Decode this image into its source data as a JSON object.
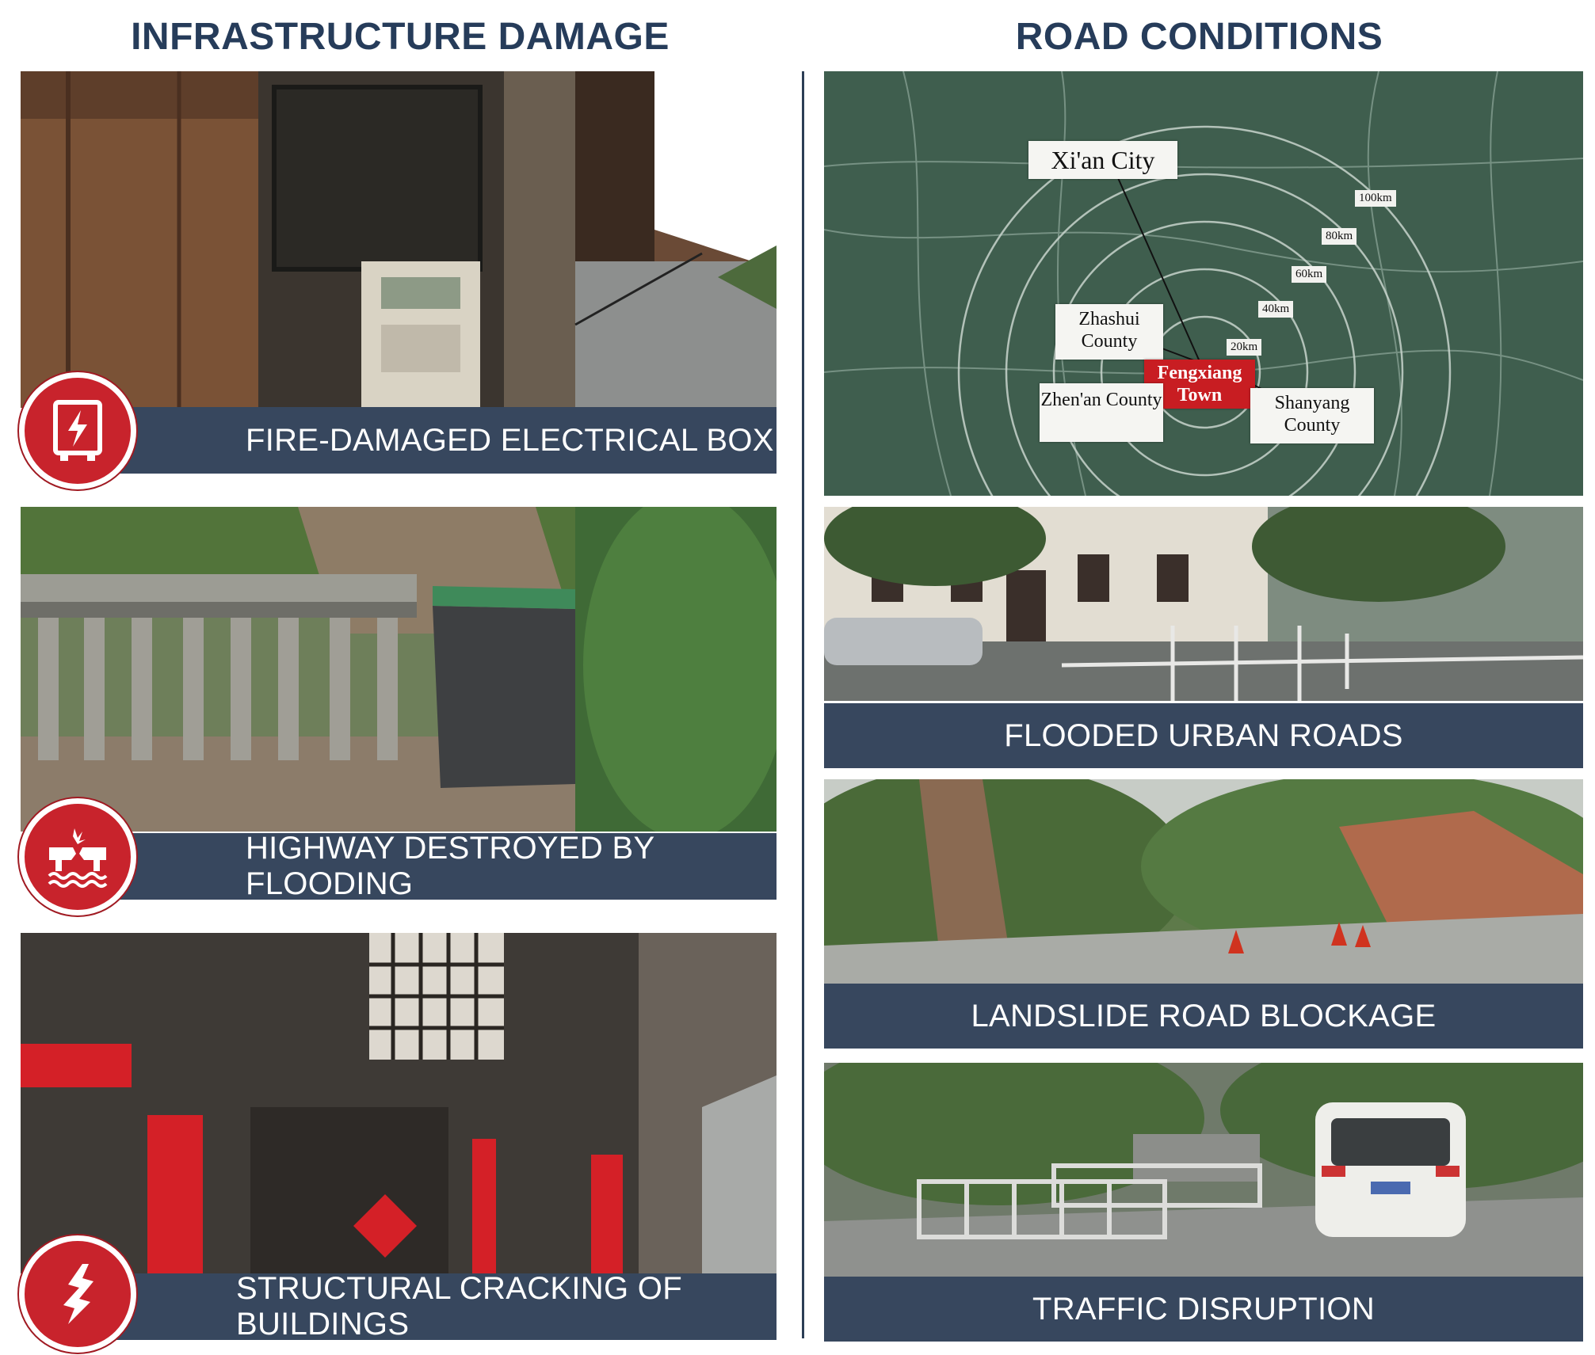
{
  "left_column": {
    "title": "INFRASTRUCTURE DAMAGE",
    "panels": [
      {
        "caption": "FIRE-DAMAGED ELECTRICAL BOX",
        "icon": "electrical-box-lightning-icon"
      },
      {
        "caption": "HIGHWAY DESTROYED BY FLOODING",
        "icon": "broken-bridge-water-icon"
      },
      {
        "caption": "STRUCTURAL CRACKING OF BUILDINGS",
        "icon": "crack-icon"
      }
    ]
  },
  "right_column": {
    "title": "ROAD CONDITIONS",
    "map": {
      "city": "Xi'an City",
      "center_town": "Fengxiang Town",
      "counties": [
        "Zhashui County",
        "Zhen'an County",
        "Shanyang County"
      ],
      "rings": [
        "20km",
        "40km",
        "60km",
        "80km",
        "100km"
      ]
    },
    "panels": [
      {
        "caption": "FLOODED URBAN ROADS"
      },
      {
        "caption": "LANDSLIDE ROAD BLOCKAGE"
      },
      {
        "caption": "TRAFFIC DISRUPTION"
      }
    ]
  },
  "colors": {
    "title": "#263c5a",
    "banner": "#37475e",
    "badge": "#c8232c",
    "map_background": "#3f5e4e"
  }
}
